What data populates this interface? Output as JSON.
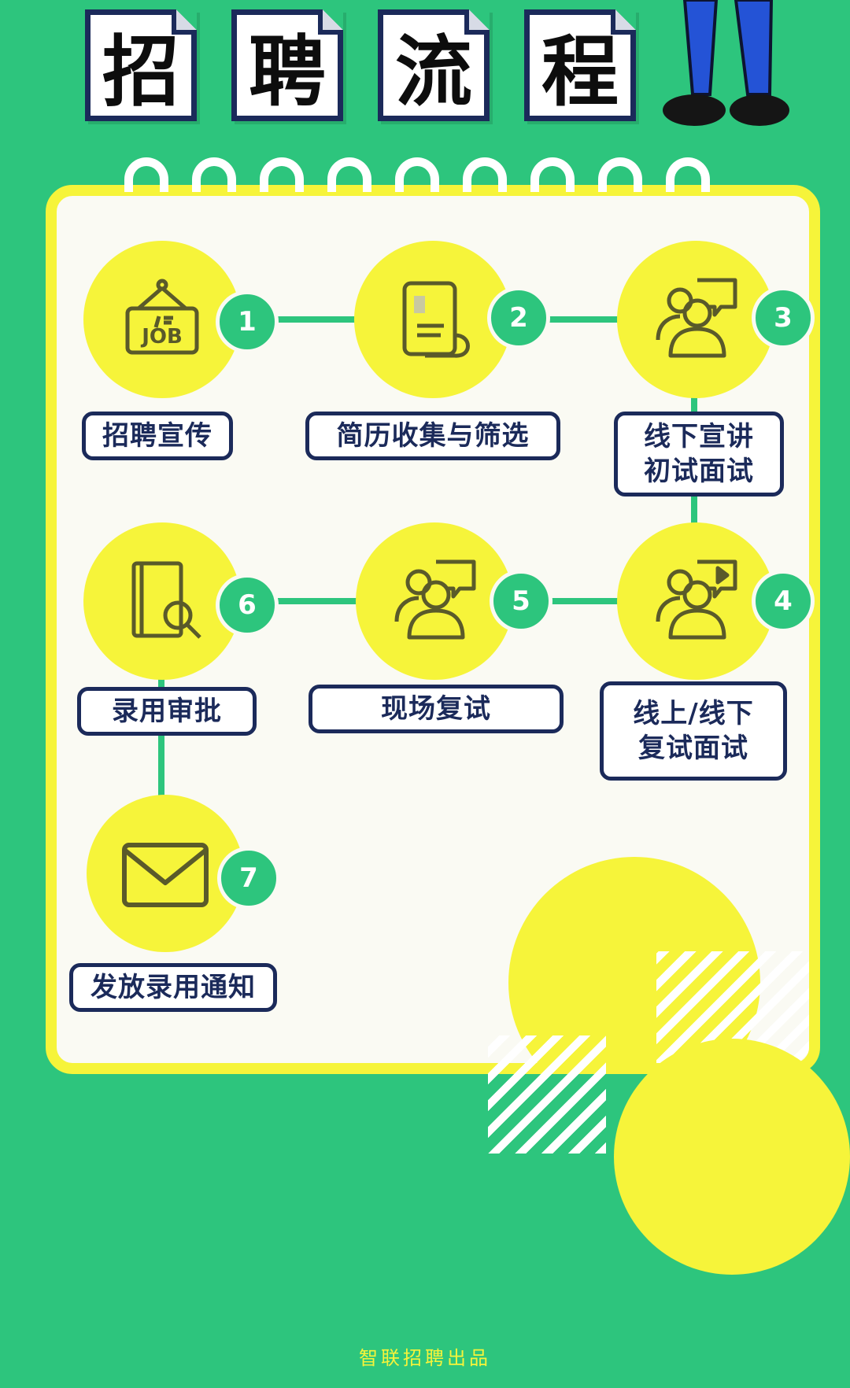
{
  "title": {
    "chars": [
      "招",
      "聘",
      "流",
      "程"
    ]
  },
  "steps": [
    {
      "number": "1",
      "label": "招聘宣传",
      "icon": "job-sign-icon"
    },
    {
      "number": "2",
      "label": "简历收集与筛选",
      "icon": "resume-document-icon"
    },
    {
      "number": "3",
      "label": "线下宣讲\n初试面试",
      "icon": "people-speech-icon"
    },
    {
      "number": "4",
      "label": "线上/线下\n复试面试",
      "icon": "people-video-icon"
    },
    {
      "number": "5",
      "label": "现场复试",
      "icon": "people-chat-icon"
    },
    {
      "number": "6",
      "label": "录用审批",
      "icon": "document-search-icon"
    },
    {
      "number": "7",
      "label": "发放录用通知",
      "icon": "envelope-icon"
    }
  ],
  "footer": {
    "credit": "智联招聘出品"
  },
  "colors": {
    "background": "#2dc57d",
    "yellow": "#f6f43a",
    "navy": "#1b2a5a",
    "icon_stroke": "#5a5a2a"
  }
}
